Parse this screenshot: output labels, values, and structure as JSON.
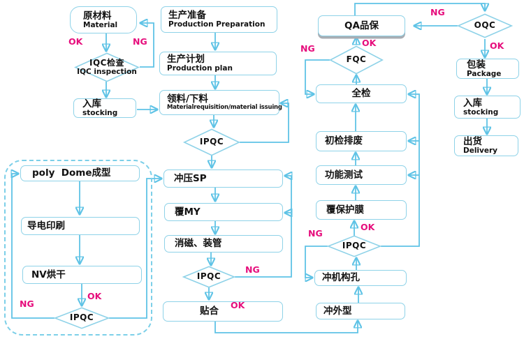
{
  "colors": {
    "line": "#5fc3e6",
    "box_border": "#8ed2e8",
    "dashed_border": "#7ccfe8",
    "flag": "#e60d7c",
    "text": "#111111",
    "qa_shadow": "#a8adb3"
  },
  "flags": {
    "ok": "OK",
    "ng": "NG"
  },
  "nodes": {
    "material": {
      "title": "原材料",
      "subtitle": "Material"
    },
    "iqc": {
      "title": "IQC检查",
      "subtitle": "IQC inspection"
    },
    "stocking_in": {
      "title": "入库",
      "subtitle": "stocking"
    },
    "production_preparation": {
      "title": "生产准备",
      "subtitle": "Production Preparation"
    },
    "production_plan": {
      "title": "生产计划",
      "subtitle": "Production plan"
    },
    "material_requisition": {
      "title": "领料/下料",
      "subtitle": "Materialrequisition/material issuing"
    },
    "ipqc1": {
      "title": "IPQC"
    },
    "punch_sp": {
      "title": "冲压SP"
    },
    "cover_my": {
      "title": "覆MY"
    },
    "demagnetize_tube": {
      "title": "消磁、装管"
    },
    "ipqc2": {
      "title": "IPQC"
    },
    "laminating": {
      "title": "贴合"
    },
    "poly_dome": {
      "title": "poly  Dome成型"
    },
    "conductive_printing": {
      "title": "导电印刷"
    },
    "nv_baking": {
      "title": "NV烘干"
    },
    "ipqc3": {
      "title": "IPQC"
    },
    "full_inspection": {
      "title": "全检"
    },
    "initial_inspection_scrap": {
      "title": "初检排废"
    },
    "function_test": {
      "title": "功能测试"
    },
    "protective_film": {
      "title": "覆保护膜"
    },
    "ipqc4": {
      "title": "IPQC"
    },
    "punch_mechanism_holes": {
      "title": "冲机构孔"
    },
    "punch_outline": {
      "title": "冲外型"
    },
    "qa": {
      "title": "QA品保"
    },
    "fqc": {
      "title": "FQC"
    },
    "oqc": {
      "title": "OQC"
    },
    "package": {
      "title": "包装",
      "subtitle": "Package"
    },
    "stocking_out": {
      "title": "入库",
      "subtitle": "stocking"
    },
    "delivery": {
      "title": "出货",
      "subtitle": "Delivery"
    }
  }
}
